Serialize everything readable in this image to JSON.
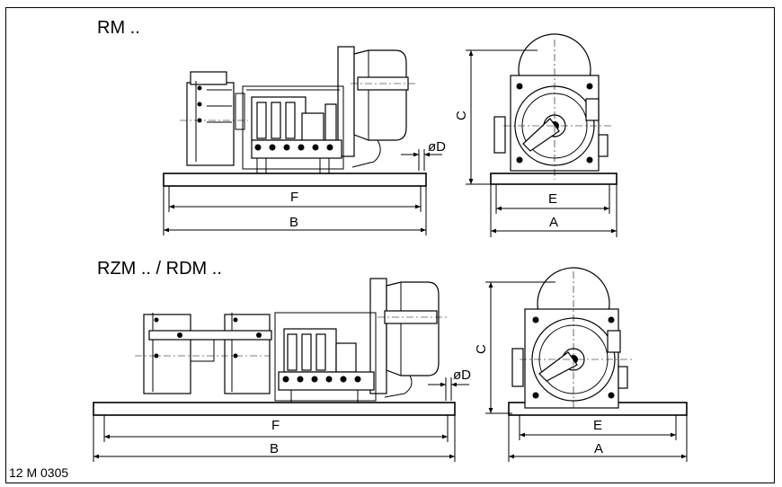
{
  "titles": {
    "top": "RM ..",
    "bottom": "RZM .. / RDM .."
  },
  "drawing_code": "12 M 0305",
  "dimensions": {
    "A": "A",
    "B": "B",
    "C": "C",
    "D": "øD",
    "E": "E",
    "F": "F"
  }
}
